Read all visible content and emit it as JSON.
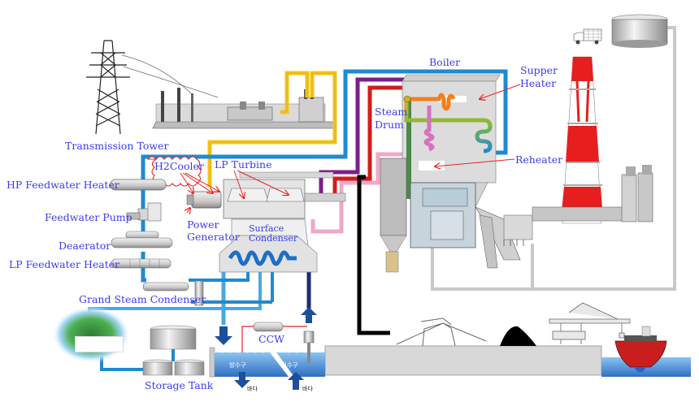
{
  "title": "Thermal Power Plant Process Diagram",
  "labels": {
    "transmission_tower": "Transmission Tower",
    "h2cooler": "H2Cooler",
    "hp_feedwater_heater": "HP Feedwater Heater",
    "feedwater_pump": "Feedwater Pump",
    "deaerator": "Deaerator",
    "lp_feedwater_heater": "LP Feedwater Heater",
    "grand_steam_condenser": "Grand Steam Condenser",
    "lp_turbine": "LP Turbine",
    "power_generator_line1": "Power",
    "power_generator_line2": "Generator",
    "surface_condenser_line1": "Surface",
    "surface_condenser_line2": "Condenser",
    "boiler": "Boiler",
    "supper_heater_line1": "Supper",
    "supper_heater_line2": "Heater",
    "steam_drum_line1": "Steam",
    "steam_drum_line2": "Drum",
    "reheater": "Reheater",
    "storage_tank": "Storage Tank",
    "ccw": "CCW",
    "discharge_outlet": "방수구",
    "intake": "취수구",
    "sea_out": "바다",
    "sea_in": "바다"
  },
  "colors": {
    "label_text": "#3a3af0",
    "annotation_arrow": "#ee2222",
    "feedwater_pipe": "#1f8ad0",
    "cooling_pipe_light": "#4aa8e0",
    "cooling_pipe_dark": "#1e2a7a",
    "power_line": "#f5c518",
    "main_steam": "#d41c1c",
    "reheat_hot": "#7b1f8a",
    "reheat_cold": "#f0a8c8",
    "drum_pipe": "#f5a623",
    "coal_line": "#000000",
    "ash_line": "#cccccc",
    "stack_red": "#e61e1e",
    "sea_water": "#3e8ad6",
    "ground": "#d8d8d8"
  }
}
